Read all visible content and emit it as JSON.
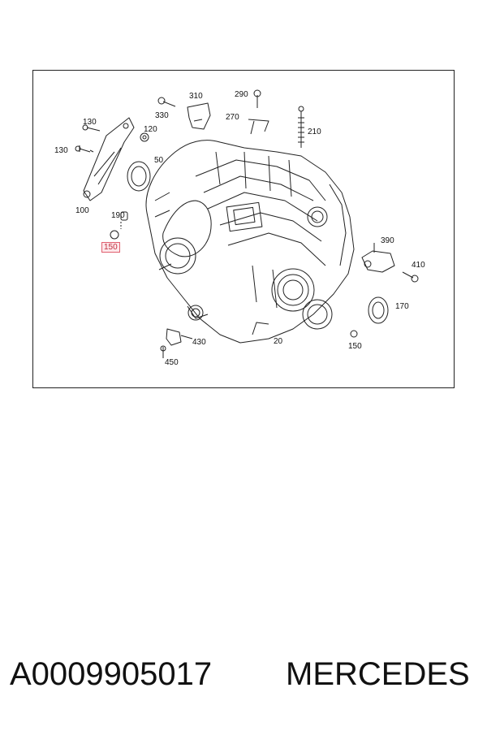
{
  "diagram": {
    "callouts": [
      {
        "id": "c310",
        "text": "310"
      },
      {
        "id": "c290",
        "text": "290"
      },
      {
        "id": "c330",
        "text": "330"
      },
      {
        "id": "c270",
        "text": "270"
      },
      {
        "id": "c130a",
        "text": "130"
      },
      {
        "id": "c120",
        "text": "120"
      },
      {
        "id": "c210",
        "text": "210"
      },
      {
        "id": "c130b",
        "text": "130"
      },
      {
        "id": "c50",
        "text": "50"
      },
      {
        "id": "c100",
        "text": "100"
      },
      {
        "id": "c190",
        "text": "190"
      },
      {
        "id": "c150a",
        "text": "150",
        "highlighted": true
      },
      {
        "id": "c390",
        "text": "390"
      },
      {
        "id": "c410",
        "text": "410"
      },
      {
        "id": "c170",
        "text": "170"
      },
      {
        "id": "c430",
        "text": "430"
      },
      {
        "id": "c20",
        "text": "20"
      },
      {
        "id": "c150b",
        "text": "150"
      },
      {
        "id": "c450",
        "text": "450"
      }
    ],
    "highlight_color": "#e06070"
  },
  "caption": {
    "part_number": "A0009905017",
    "brand": "MERCEDES"
  }
}
